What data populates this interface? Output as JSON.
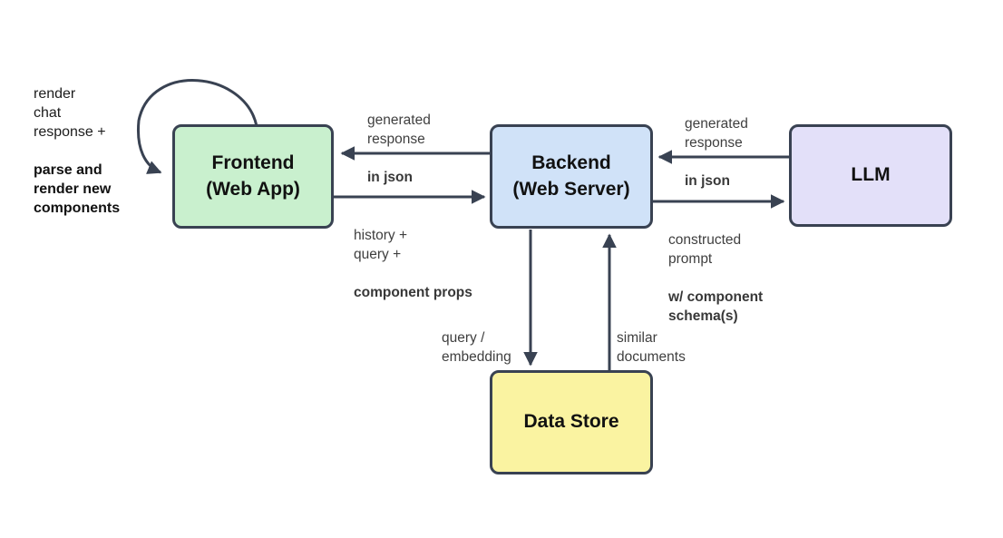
{
  "diagram": {
    "nodes": {
      "frontend": {
        "label": "Frontend\n(Web App)",
        "fill": "#c9f0ce"
      },
      "backend": {
        "label": "Backend\n(Web Server)",
        "fill": "#d0e2f8"
      },
      "llm": {
        "label": "LLM",
        "fill": "#e3e0f9"
      },
      "datastore": {
        "label": "Data Store",
        "fill": "#faf3a1"
      }
    },
    "edges": {
      "frontend_self_loop": {
        "regular": "render\nchat\nresponse +",
        "bold": "parse and\nrender new\ncomponents"
      },
      "backend_to_frontend": {
        "regular": "generated\nresponse",
        "bold": "in json"
      },
      "frontend_to_backend": {
        "regular": "history +\nquery +",
        "bold": "component props"
      },
      "llm_to_backend": {
        "regular": "generated\nresponse",
        "bold": "in json"
      },
      "backend_to_llm": {
        "regular": "constructed\nprompt",
        "bold": "w/ component\nschema(s)"
      },
      "backend_to_datastore": {
        "regular": "query /\nembedding",
        "bold": ""
      },
      "datastore_to_backend": {
        "regular": "similar\ndocuments",
        "bold": ""
      }
    },
    "colors": {
      "line": "#394252",
      "node_border": "#394252",
      "label_text": "#3f3f3f"
    }
  }
}
